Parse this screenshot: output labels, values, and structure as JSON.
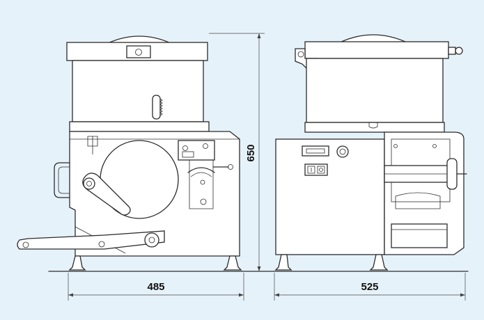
{
  "dimensions": {
    "width_left": "485",
    "width_right": "525",
    "height": "650"
  },
  "colors": {
    "background": "#e6f2fa",
    "line": "#2b2b2b",
    "fill": "#ffffff"
  }
}
